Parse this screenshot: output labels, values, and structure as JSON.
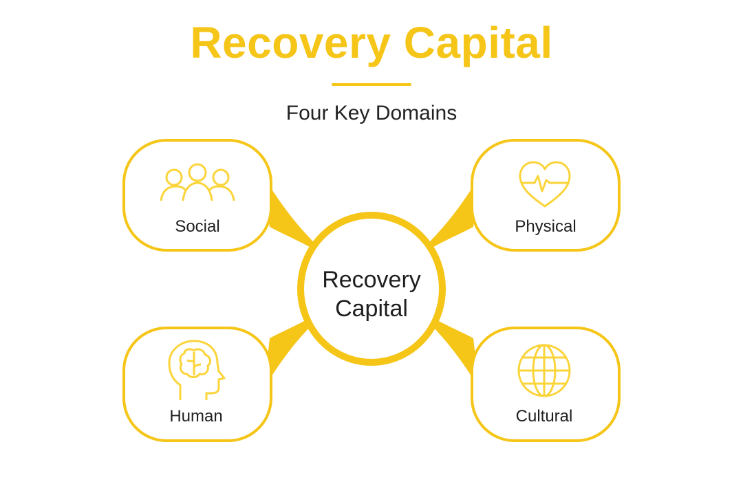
{
  "title": "Recovery Capital",
  "subtitle": "Four Key Domains",
  "center": {
    "line1": "Recovery",
    "line2": "Capital"
  },
  "domains": [
    {
      "label": "Social",
      "icon": "people-group-icon"
    },
    {
      "label": "Physical",
      "icon": "heart-pulse-icon"
    },
    {
      "label": "Human",
      "icon": "head-brain-icon"
    },
    {
      "label": "Cultural",
      "icon": "globe-icon"
    }
  ],
  "colors": {
    "accent": "#F5C518",
    "accent_light": "#FBD43A",
    "text": "#1F1F1F",
    "background": "#FFFFFF"
  }
}
